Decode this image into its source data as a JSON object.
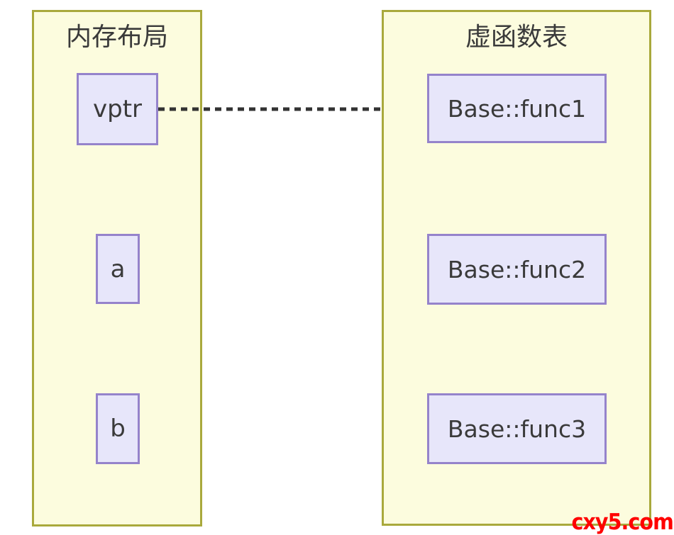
{
  "diagram": {
    "memory_panel": {
      "title": "内存布局",
      "cells": [
        {
          "label": "vptr"
        },
        {
          "label": "a"
        },
        {
          "label": "b"
        }
      ]
    },
    "vtable_panel": {
      "title": "虚函数表",
      "entries": [
        {
          "label": "Base::func1"
        },
        {
          "label": "Base::func2"
        },
        {
          "label": "Base::func3"
        }
      ]
    },
    "arrow": {
      "from": "vptr",
      "to": "Base::func1",
      "style": "dashed"
    },
    "watermark": "cxy5.com",
    "colors": {
      "panel_fill": "#FCFCDE",
      "panel_border": "#A9A93C",
      "cell_fill": "#E7E6FA",
      "cell_border": "#9583CB",
      "text": "#3A3A3A",
      "arrow": "#333333",
      "watermark": "#FF0000",
      "page_bg": "#FFFFFF"
    }
  }
}
